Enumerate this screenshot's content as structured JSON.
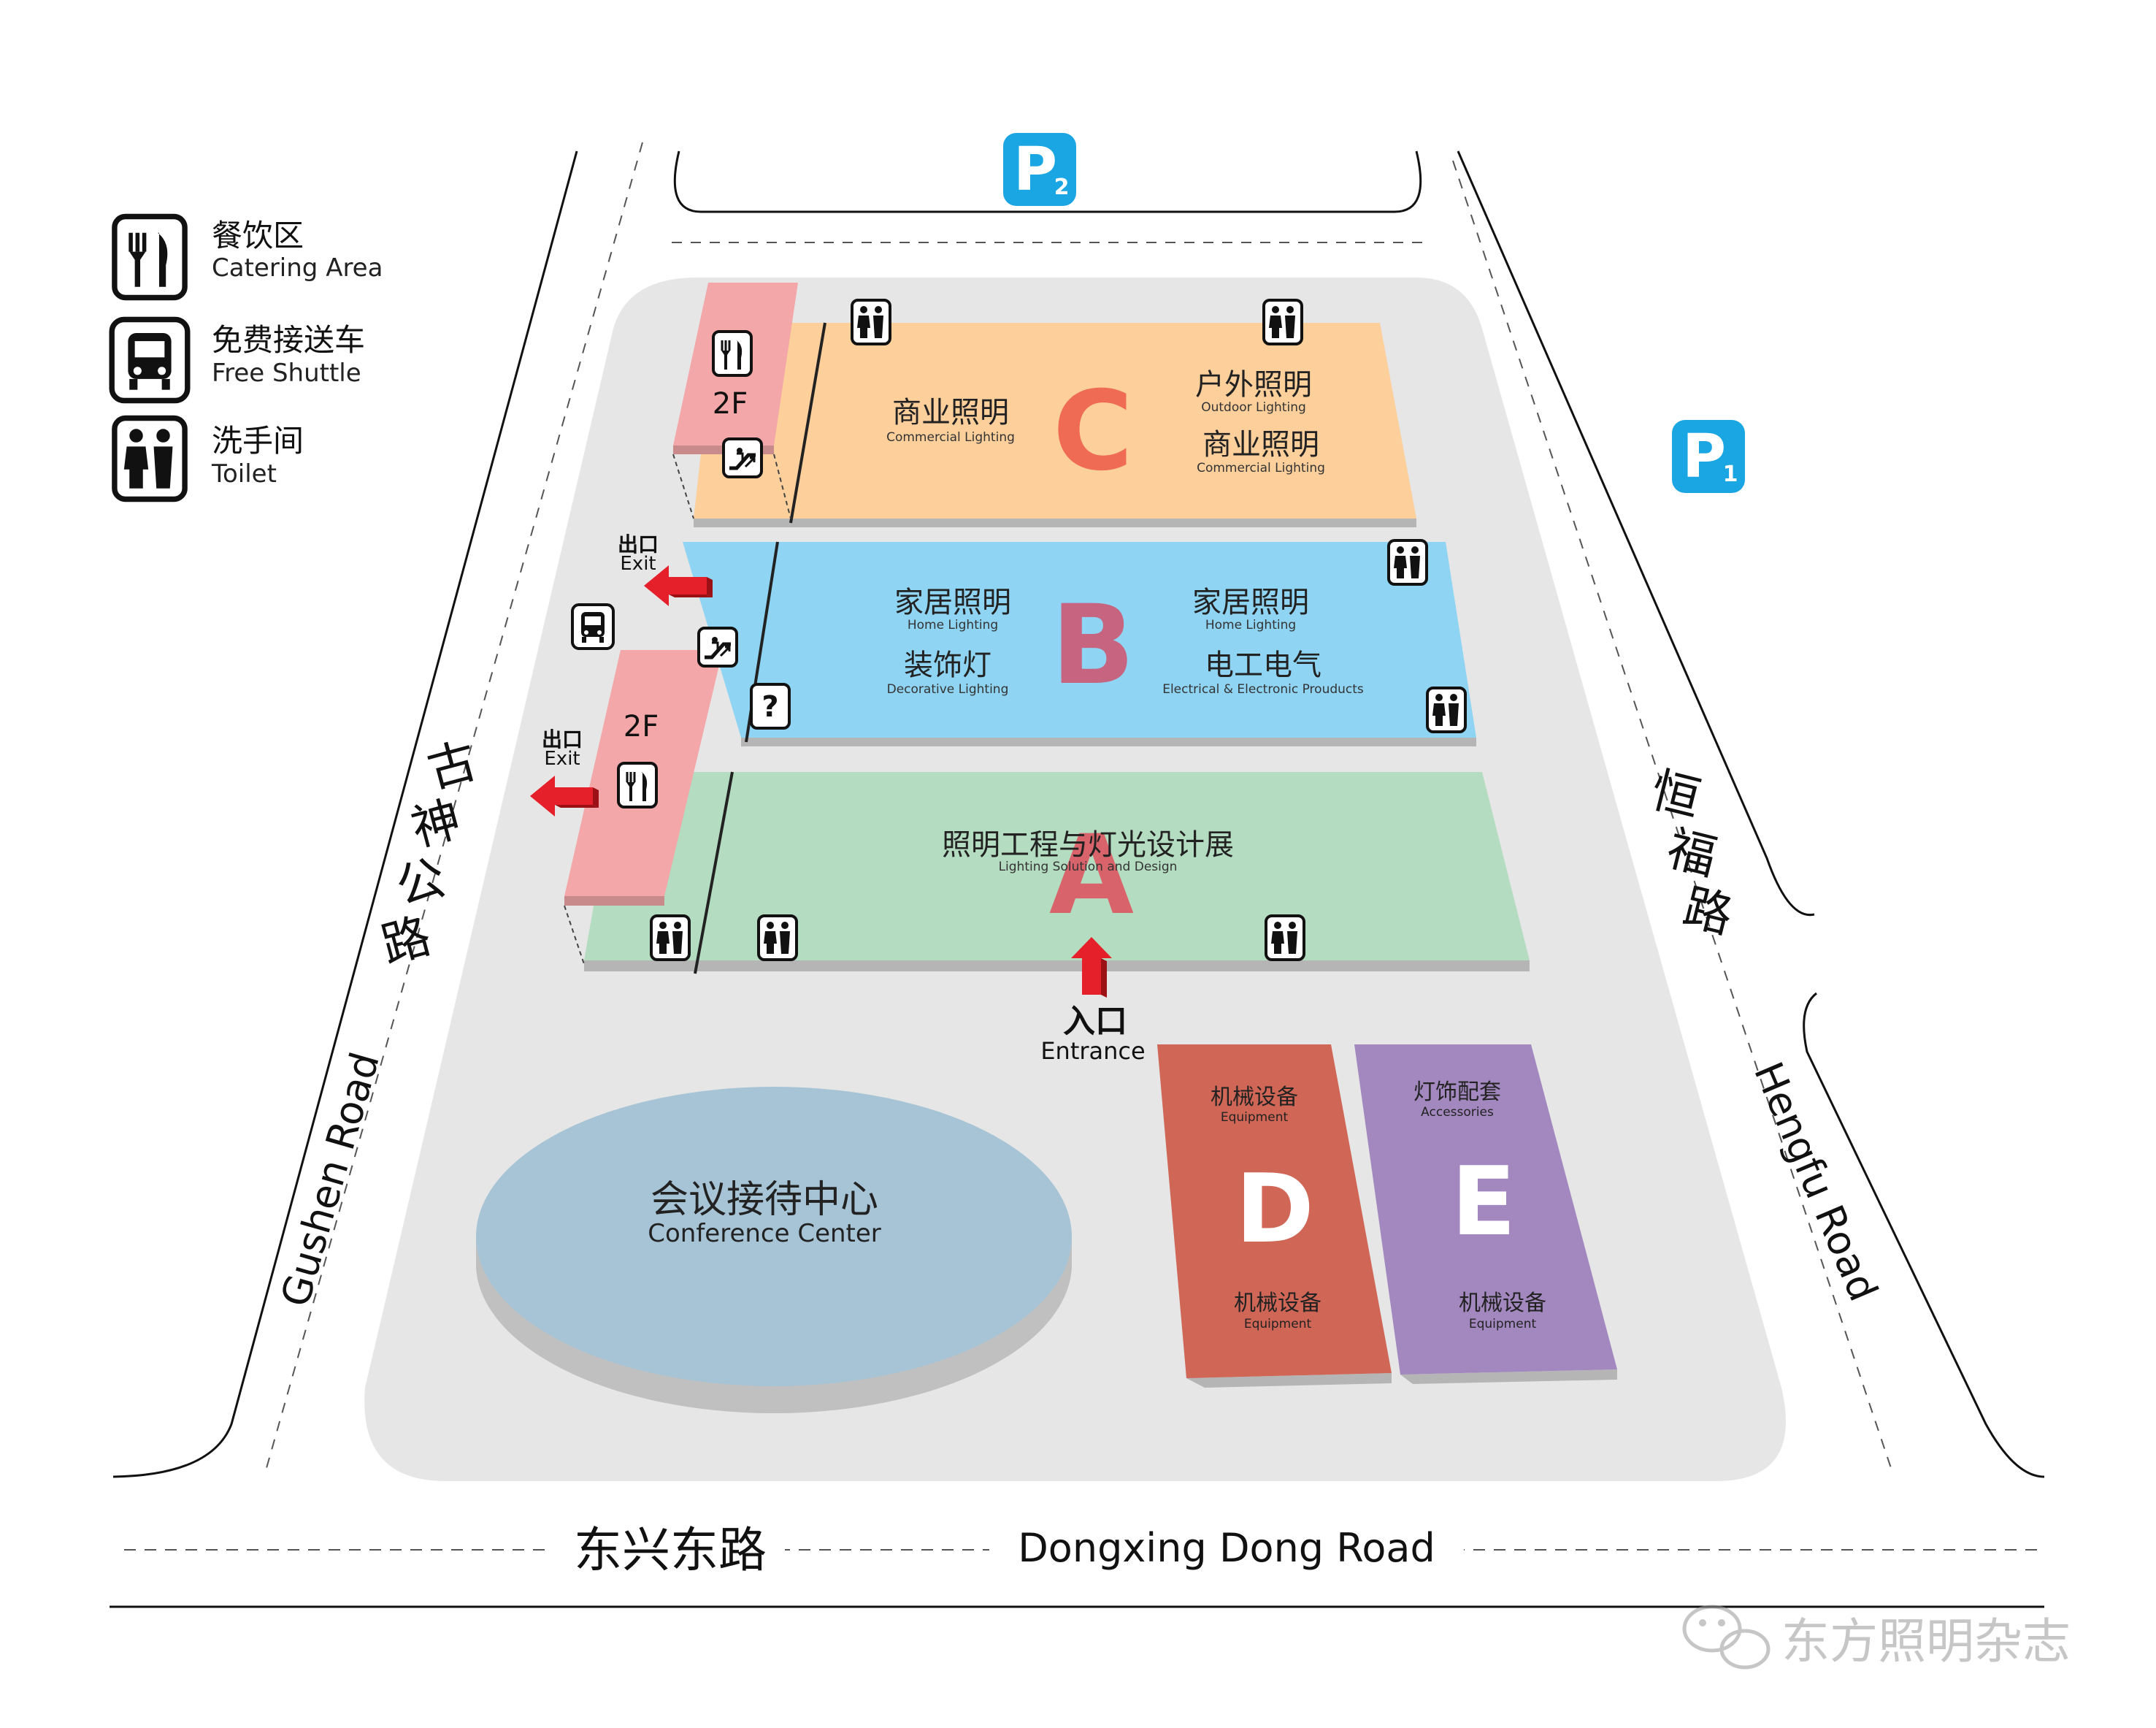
{
  "legend": {
    "catering": {
      "zh": "餐饮区",
      "en": "Catering Area",
      "icon": "catering-icon"
    },
    "shuttle": {
      "zh": "免费接送车",
      "en": "Free Shuttle",
      "icon": "bus-icon"
    },
    "toilet": {
      "zh": "洗手间",
      "en": "Toilet",
      "icon": "toilet-icon"
    }
  },
  "parking": {
    "p2": {
      "letter": "P",
      "number": "2"
    },
    "p1": {
      "letter": "P",
      "number": "1"
    }
  },
  "roads": {
    "gushen_zh": [
      "古",
      "神",
      "公",
      "路"
    ],
    "gushen_en": "Gushen Road",
    "hengfu_zh": [
      "恒",
      "福",
      "路"
    ],
    "hengfu_en": "Hengfu Road",
    "dongxing_zh": "东兴东路",
    "dongxing_en": "Dongxing Dong Road"
  },
  "halls": {
    "A": {
      "letter": "A",
      "zone1_zh": "照明工程与灯光设计展",
      "zone1_en": "Lighting Solution and Design"
    },
    "B": {
      "letter": "B",
      "zone1_zh": "家居照明",
      "zone1_en": "Home Lighting",
      "zone2_zh": "装饰灯",
      "zone2_en": "Decorative Lighting",
      "zone3_zh": "家居照明",
      "zone3_en": "Home Lighting",
      "zone4_zh": "电工电气",
      "zone4_en": "Electrical & Electronic Prouducts"
    },
    "C": {
      "letter": "C",
      "zone1_zh": "商业照明",
      "zone1_en": "Commercial Lighting",
      "zone2_zh": "户外照明",
      "zone2_en": "Outdoor Lighting",
      "zone3_zh": "商业照明",
      "zone3_en": "Commercial Lighting"
    },
    "D": {
      "letter": "D",
      "zone1_zh": "机械设备",
      "zone1_en": "Equipment",
      "zone2_zh": "机械设备",
      "zone2_en": "Equipment"
    },
    "E": {
      "letter": "E",
      "zone1_zh": "灯饰配套",
      "zone1_en": "Accessories",
      "zone2_zh": "机械设备",
      "zone2_en": "Equipment"
    }
  },
  "floor_label": "2F",
  "exit": {
    "zh": "出口",
    "en": "Exit"
  },
  "entrance": {
    "zh": "入口",
    "en": "Entrance"
  },
  "conference": {
    "zh": "会议接待中心",
    "en": "Conference Center"
  },
  "info_symbol": "?",
  "watermark": "东方照明杂志",
  "colors": {
    "hall_a": "#b4dcc0",
    "hall_b": "#8fd4f3",
    "hall_c": "#fccf9b",
    "hall_d": "#cf6656",
    "hall_e": "#a388bf",
    "wing": "#f3a7a9",
    "letter_a": "#d9636a",
    "letter_b": "#c7647f",
    "letter_c": "#ef6b53",
    "parking": "#1aa6e3",
    "ground": "#e6e6e6",
    "conference": "#a7c4d6",
    "arrow": "#e5202a"
  }
}
